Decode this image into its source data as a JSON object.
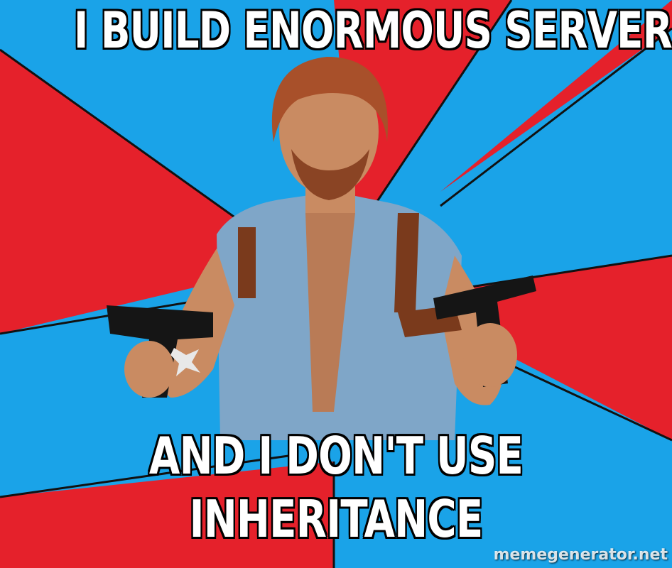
{
  "meme": {
    "top_text": "I BUILD ENORMOUS SERVERS",
    "bottom_text_line1": "AND I DON'T USE",
    "bottom_text_line2": "INHERITANCE",
    "watermark": "memegenerator.net"
  },
  "colors": {
    "background_red": "#e5212b",
    "background_blue": "#1aa3e8",
    "ray_lines": "#111111",
    "shirt": "#7fa6c8",
    "skin": "#c98b62",
    "hair": "#a8502a",
    "holster": "#7a3a1c",
    "pistol": "#151515",
    "caption_fill": "#ffffff",
    "caption_stroke": "#000000"
  },
  "image": {
    "subject_icon": "man-with-two-pistols-photo"
  }
}
